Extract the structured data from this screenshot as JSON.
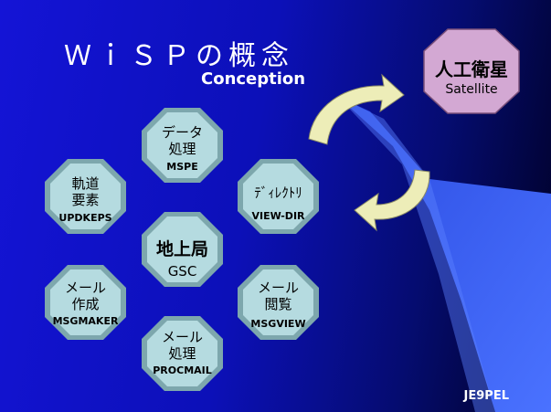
{
  "title": "ＷｉＳＰの概念",
  "subtitle": "Conception",
  "satellite": {
    "label": "人工衛星",
    "label_en": "Satellite"
  },
  "nodes": {
    "center": {
      "line1": "地上局",
      "code": "GSC"
    },
    "mspe": {
      "line1": "データ",
      "line2": "処理",
      "code": "MSPE"
    },
    "updkeps": {
      "line1": "軌道",
      "line2": "要素",
      "code": "UPDKEPS"
    },
    "viewdir": {
      "line1": "ﾃﾞｨﾚｸﾄﾘ",
      "code": "VIEW-DIR"
    },
    "msgmaker": {
      "line1": "メール",
      "line2": "作成",
      "code": "MSGMAKER"
    },
    "msgview": {
      "line1": "メール",
      "line2": "閲覧",
      "code": "MSGVIEW"
    },
    "procmail": {
      "line1": "メール",
      "line2": "処理",
      "code": "PROCMAIL"
    }
  },
  "footer": "JE9PEL",
  "colors": {
    "node_fill": "#b5dbe0",
    "satellite_fill": "#d3a8d3",
    "beam": "#3b62f2",
    "arrow": "#ededb8"
  },
  "icons": [
    "curved-arrow-icon"
  ]
}
